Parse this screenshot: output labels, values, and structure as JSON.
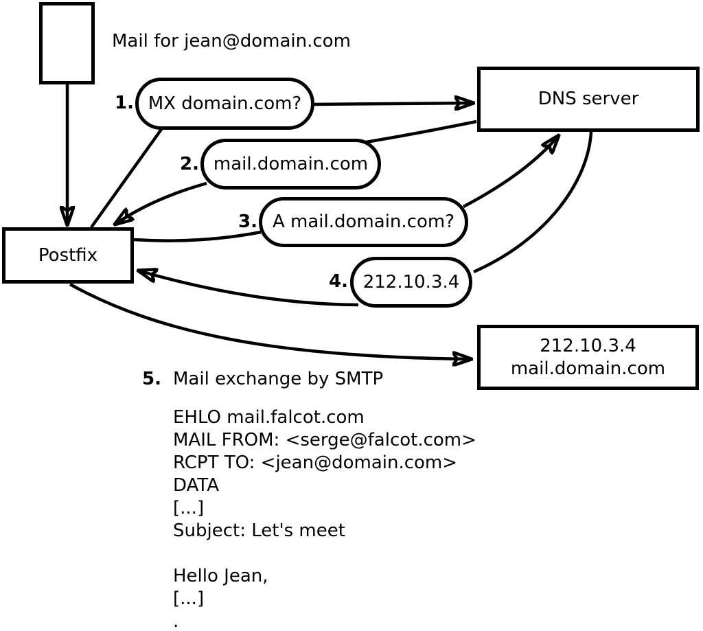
{
  "diagram": {
    "mail_label": "Mail for jean@domain.com",
    "nodes": {
      "postfix": "Postfix",
      "dns_server": "DNS server",
      "mail_server_line1": "212.10.3.4",
      "mail_server_line2": "mail.domain.com"
    },
    "steps": [
      {
        "num": "1.",
        "text": "MX domain.com?"
      },
      {
        "num": "2.",
        "text": "mail.domain.com"
      },
      {
        "num": "3.",
        "text": "A mail.domain.com?"
      },
      {
        "num": "4.",
        "text": "212.10.3.4"
      },
      {
        "num": "5.",
        "text": "Mail exchange by SMTP"
      }
    ],
    "smtp_session": [
      "EHLO mail.falcot.com",
      "MAIL FROM: <serge@falcot.com>",
      "RCPT TO: <jean@domain.com>",
      "DATA",
      "[...]",
      "Subject: Let's meet",
      "",
      "Hello Jean,",
      "[...]",
      "."
    ],
    "colors": {
      "ink": "#000000",
      "background": "#ffffff"
    }
  }
}
